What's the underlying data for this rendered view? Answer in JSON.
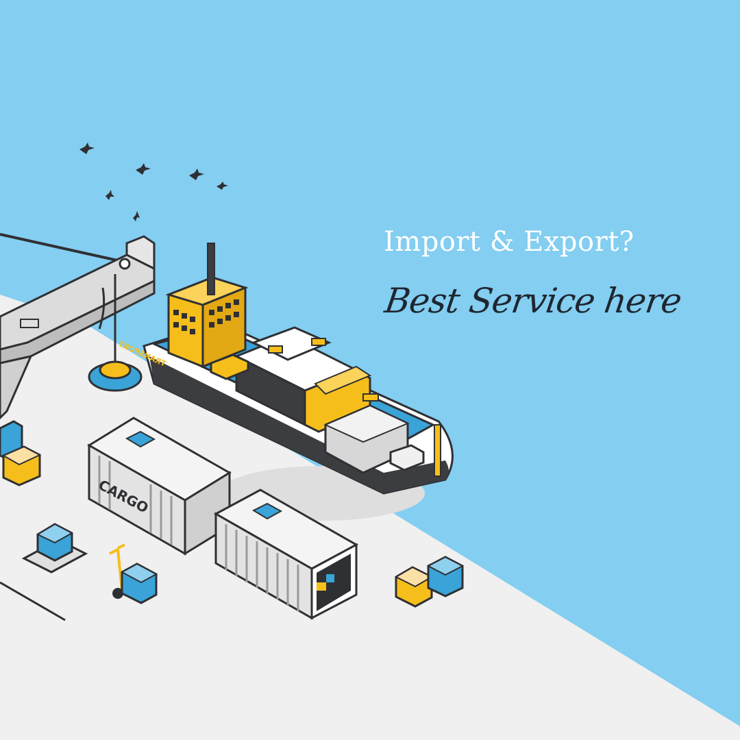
{
  "headline": "Import & Export?",
  "tagline": "Best Service here",
  "container_label": "CARGO",
  "ship_label": "TRANSPORT",
  "colors": {
    "sky": "#83cef1",
    "dock": "#f0f0f0",
    "accent_yellow": "#f6be1b",
    "accent_blue": "#3aa3d8",
    "outline": "#2f3033",
    "text_light": "#ffffff",
    "text_dark": "#1f2630"
  },
  "icons": [
    "bird-icon",
    "crane-icon",
    "ship-icon",
    "container-icon",
    "box-icon",
    "hand-truck-icon",
    "pallet-icon"
  ]
}
